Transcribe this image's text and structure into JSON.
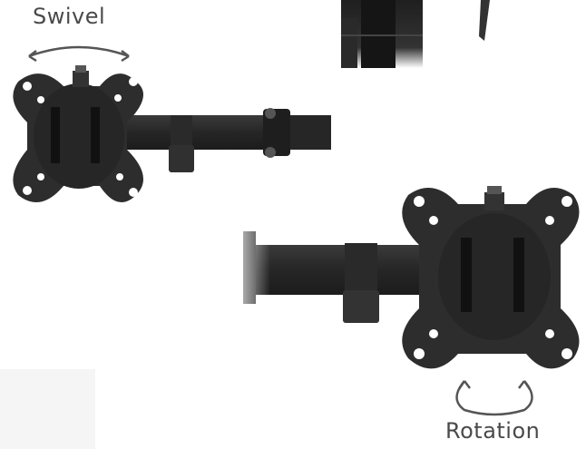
{
  "labels": {
    "swivel": "Swivel",
    "rotation": "Rotation"
  },
  "colors": {
    "background": "#ffffff",
    "metal": "#2b2b2b",
    "metal_light": "#3a3a3a",
    "arrow": "#555555",
    "text": "#4a4a4a"
  },
  "icons": {
    "swivel_arrow": "double-headed-curved-arrow",
    "rotation_arrow": "circular-rotation-arrow"
  }
}
